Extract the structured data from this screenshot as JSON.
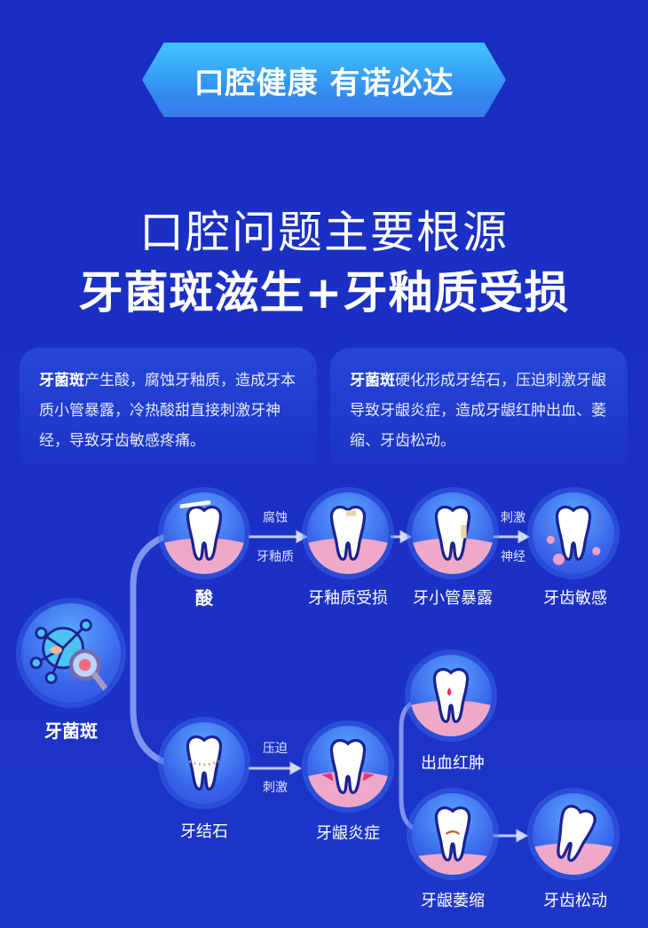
{
  "banner": "口腔健康 有诺必达",
  "title_line1": "口腔问题主要根源",
  "title_line2": "牙菌斑滋生+牙釉质受损",
  "cards": [
    {
      "bold": "牙菌斑",
      "text": "产生酸，腐蚀牙釉质，造成牙本质小管暴露，冷热酸甜直接刺激牙神经，导致牙齿敏感疼痛。"
    },
    {
      "bold": "牙菌斑",
      "text": "硬化形成牙结石，压迫刺激牙龈导致牙龈炎症，造成牙龈红肿出血、萎缩、牙齿松动。"
    }
  ],
  "nodes": {
    "plaque": "牙菌斑",
    "acid": "酸",
    "enamel": "牙釉质受损",
    "tubule": "牙小管暴露",
    "sensitive": "牙齿敏感",
    "calculus": "牙结石",
    "gingivitis": "牙龈炎症",
    "bleeding": "出血红肿",
    "recession": "牙龈萎缩",
    "loose": "牙齿松动"
  },
  "arrows": {
    "a1_top": "腐蚀",
    "a1_bottom": "牙釉质",
    "a2_top": "刺激",
    "a2_bottom": "神经",
    "a3_top": "压迫",
    "a3_bottom": "刺激"
  },
  "colors": {
    "background": "#1b2fc2",
    "gum": "#eea8c8",
    "accent": "#3fc6ff"
  }
}
